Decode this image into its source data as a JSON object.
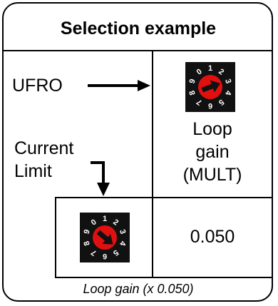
{
  "title": "Selection example",
  "ufro_label": "UFRO",
  "current_limit_label": "Current\nLimit",
  "loop_gain_label": "Loop\ngain\n(MULT)",
  "loop_gain_value": "0.050",
  "footer_note": "Loop gain (x 0.050)",
  "dial_digits": [
    "0",
    "1",
    "2",
    "3",
    "4",
    "5",
    "6",
    "7",
    "8",
    "9"
  ],
  "colors": {
    "dial_body": "#111111",
    "dial_knob": "#e01010"
  }
}
